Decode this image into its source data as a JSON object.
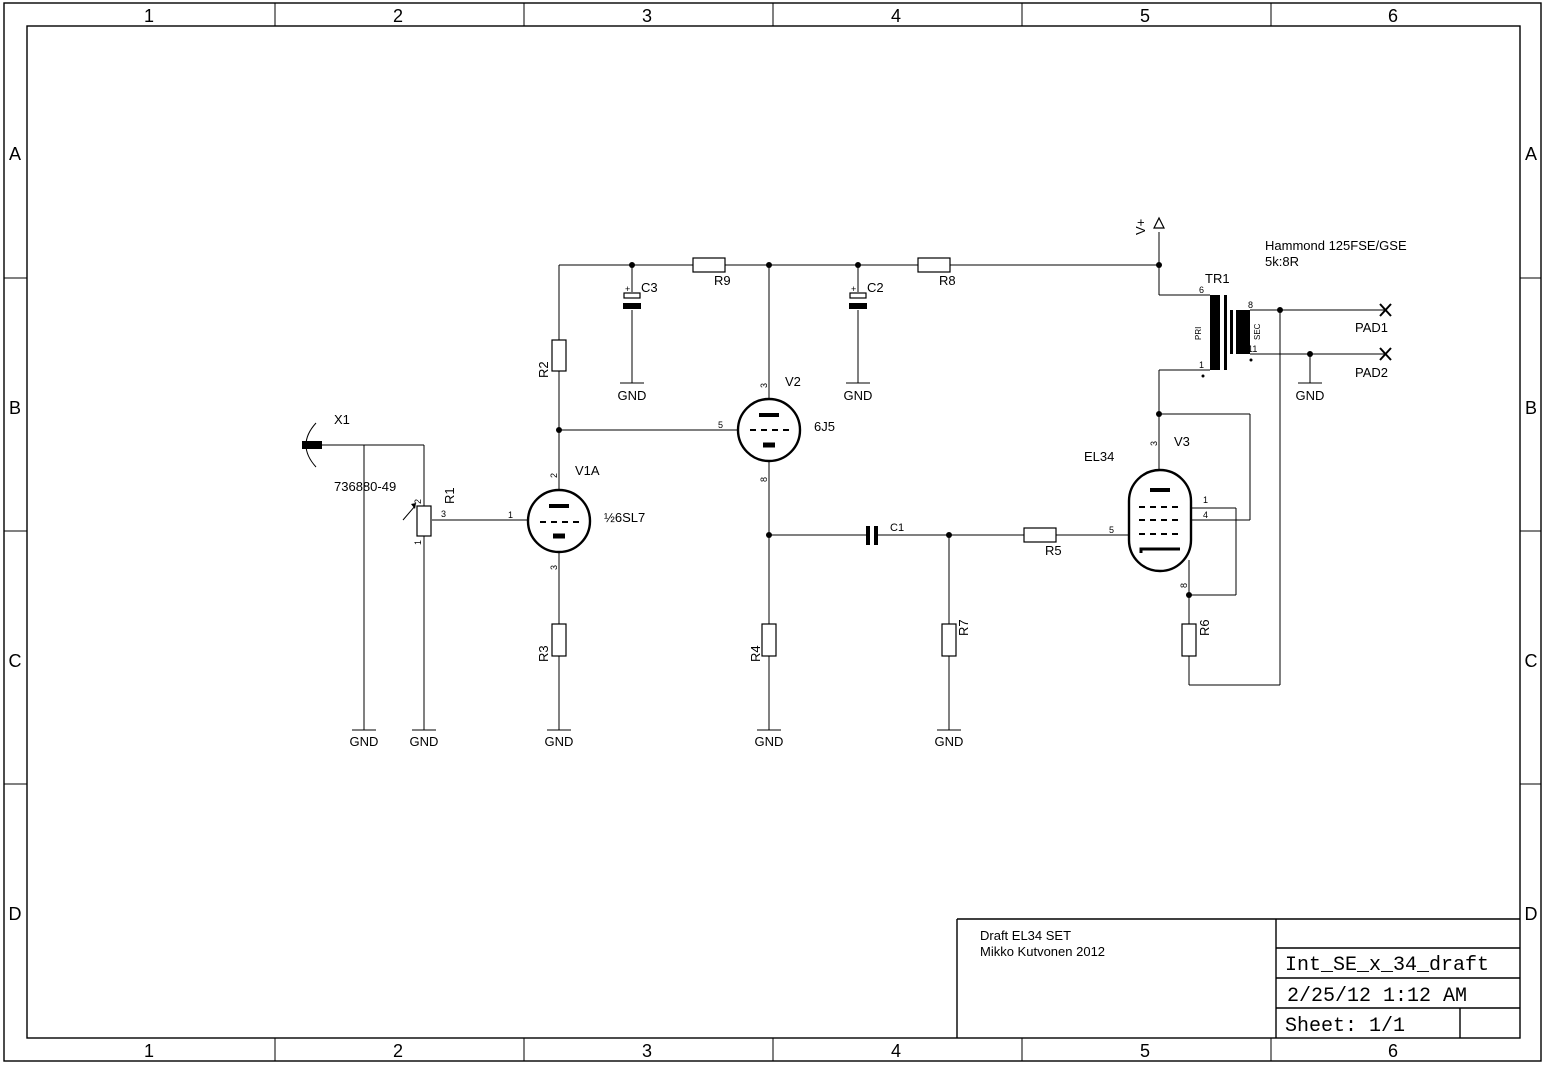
{
  "frame": {
    "columns": [
      "1",
      "2",
      "3",
      "4",
      "5",
      "6"
    ],
    "rows": [
      "A",
      "B",
      "C",
      "D"
    ]
  },
  "parts": {
    "x1": {
      "name": "X1",
      "value": "736880-49"
    },
    "r1": {
      "name": "R1",
      "pin1": "1",
      "pin2": "2",
      "pin3": "3"
    },
    "r2": "R2",
    "r3": "R3",
    "r4": "R4",
    "r5": "R5",
    "r6": "R6",
    "r7": "R7",
    "r8": "R8",
    "r9": "R9",
    "c1": "C1",
    "c2": {
      "name": "C2",
      "plus": "+"
    },
    "c3": {
      "name": "C3",
      "plus": "+"
    },
    "v1a": {
      "name": "V1A",
      "value": "½6SL7",
      "pin_grid": "1",
      "pin_plate": "2",
      "pin_cathode": "3"
    },
    "v2": {
      "name": "V2",
      "value": "6J5",
      "pin_plate": "3",
      "pin_grid": "5",
      "pin_cathode": "8"
    },
    "v3": {
      "name": "V3",
      "value": "EL34",
      "pin_plate": "3",
      "pin_g3": "1",
      "pin_g2": "4",
      "pin_g1": "5",
      "pin_cathode": "8"
    },
    "tr1": {
      "name": "TR1",
      "model": "Hammond 125FSE/GSE",
      "ratio": "5k:8R",
      "pri": "PRI",
      "sec": "SEC",
      "pin6": "6",
      "pin1": "1",
      "pin8": "8",
      "pin11": "11"
    },
    "supply": "V+",
    "pad1": "PAD1",
    "pad2": "PAD2",
    "gnd": "GND"
  },
  "title_block": {
    "description": "Draft EL34 SET",
    "author": "Mikko Kutvonen 2012",
    "filename": "Int_SE_x_34_draft",
    "date": "2/25/12 1:12 AM",
    "sheet": "Sheet: 1/1"
  }
}
